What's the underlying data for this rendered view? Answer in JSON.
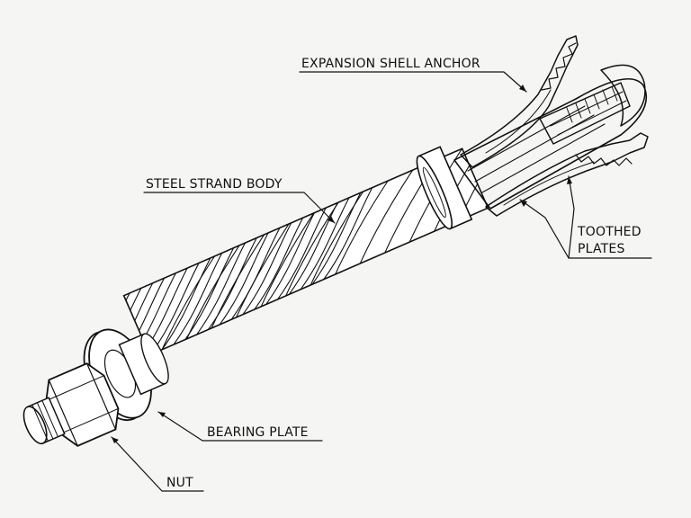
{
  "labels": {
    "expansion_shell_anchor": "EXPANSION SHELL ANCHOR",
    "steel_strand_body": "STEEL STRAND BODY",
    "toothed_plates_line1": "TOOTHED",
    "toothed_plates_line2": "PLATES",
    "bearing_plate": "BEARING PLATE",
    "nut": "NUT"
  },
  "colors": {
    "ink": "#111111",
    "background": "#f5f5f3",
    "fill": "#ffffff"
  }
}
